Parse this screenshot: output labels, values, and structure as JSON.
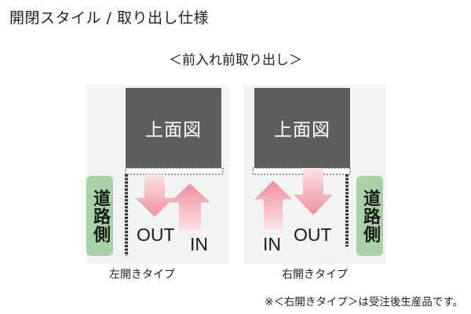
{
  "header": {
    "title": "開閉スタイル / 取り出し仕様",
    "subtitle": "＜前入れ前取り出し＞"
  },
  "diagrams": [
    {
      "top_view_label": "上面図",
      "road_side_label": "道路側",
      "out_label": "OUT",
      "in_label": "IN",
      "caption": "左開きタイプ"
    },
    {
      "top_view_label": "上面図",
      "road_side_label": "道路側",
      "out_label": "OUT",
      "in_label": "IN",
      "caption": "右開きタイプ"
    }
  ],
  "footnote": "※＜右開きタイプ＞は受注後生産品です。",
  "colors": {
    "top_view": "#5e5e5e",
    "road_badge": "#a9d3a6",
    "arrow": "#f4a6ae",
    "background_panel": "#f4f4f4"
  }
}
